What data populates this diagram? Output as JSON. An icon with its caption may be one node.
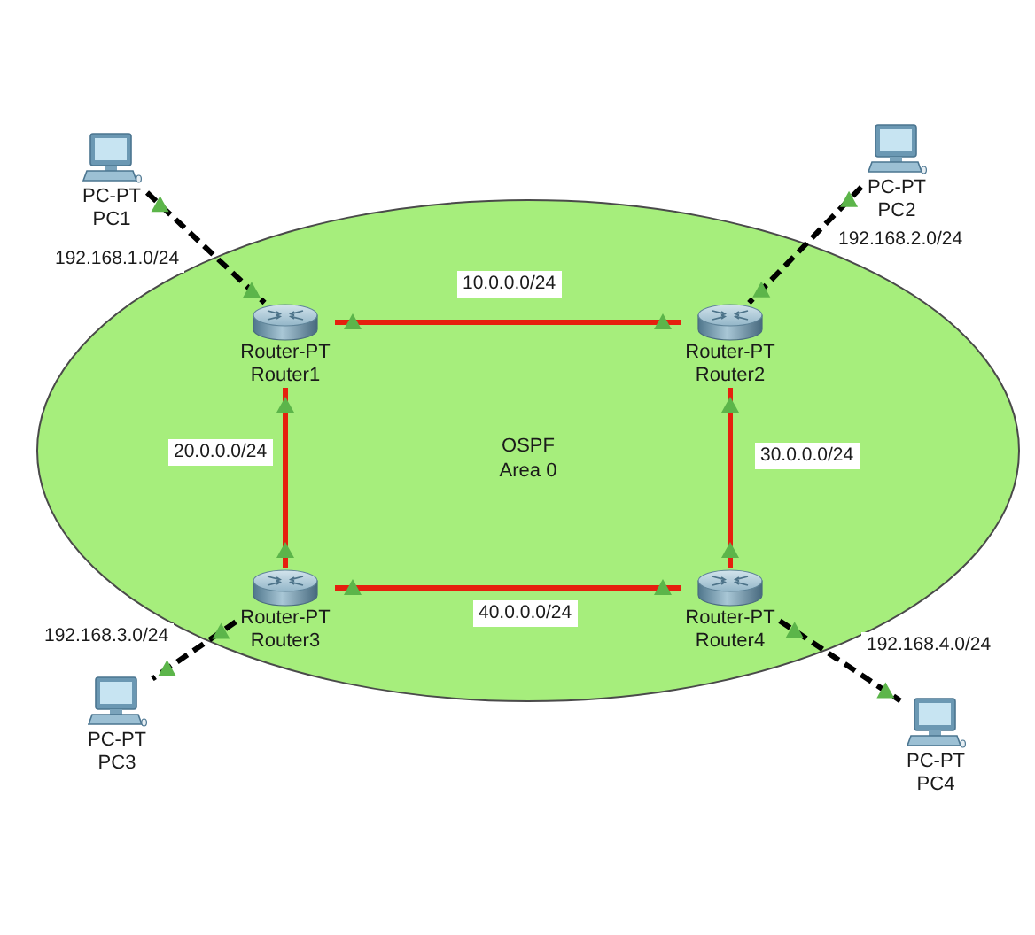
{
  "diagram": {
    "nodes": [
      {
        "text": [
          "OSPF Area 0"
        ]
      },
      {
        "text": [
          "PC-PT PC1"
        ]
      },
      {
        "text": [
          "PC-PT PC2"
        ]
      },
      {
        "text": [
          "Router-PT Router1"
        ],
        "in": 0
      },
      {
        "text": [
          "Router-PT Router2"
        ],
        "in": 0
      },
      {
        "text": [
          "Router-PT Router3"
        ],
        "in": 0
      },
      {
        "text": [
          "Router-PT Router4"
        ],
        "in": 0
      },
      {
        "text": [
          "PC-PT PC3"
        ]
      },
      {
        "text": [
          "PC-PT PC4"
        ]
      }
    ],
    "edges": [
      {
        "from": 1,
        "to": 3,
        "arrow": "other",
        "label": "192.168.1.0/24",
        "style": "dashed",
        "color": "#000000"
      },
      {
        "from": 3,
        "to": 4,
        "arrow": "other",
        "label": "10.0.0.0/24",
        "color": "#e5200e"
      },
      {
        "from": 2,
        "to": 4,
        "arrow": "other",
        "label": "192.168.2.0/24",
        "style": "dashed",
        "color": "#000000"
      },
      {
        "from": 3,
        "to": 5,
        "arrow": "other",
        "label": "20.0.0.0/24",
        "color": "#e5200e"
      },
      {
        "from": 4,
        "to": 6,
        "arrow": "other",
        "label": "30.0.0.0/24",
        "color": "#e5200e"
      },
      {
        "from": 5,
        "to": 6,
        "arrow": "other",
        "label": "40.0.0.0/24",
        "color": "#e5200e"
      },
      {
        "from": 5,
        "to": 7,
        "arrow": "other",
        "label": "192.168.3.0/24",
        "style": "dashed",
        "color": "#000000"
      },
      {
        "from": 6,
        "to": 8,
        "arrow": "other",
        "label": "192.168.4.0/24",
        "style": "dashed",
        "color": "#000000"
      }
    ]
  }
}
